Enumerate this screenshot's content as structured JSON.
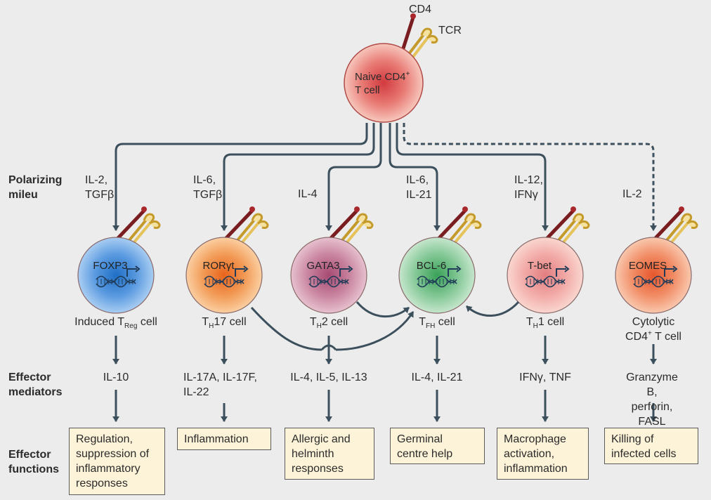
{
  "naive": {
    "line1": "Naive CD4",
    "sup": "+",
    "line2": "T cell",
    "cd4": "CD4",
    "tcr": "TCR"
  },
  "rows": {
    "polarizing": "Polarizing\nmileu",
    "mediators": "Effector\nmediators",
    "functions": "Effector\nfunctions"
  },
  "lineages": [
    {
      "tf": "FOXP3",
      "cell_a": "Induced T",
      "cell_sub": "Reg",
      "cell_b": " cell",
      "polarizing": "IL-2,\nTGFβ",
      "mediators": "IL-10",
      "function": "Regulation,\nsuppression of\ninflammatory\nresponses",
      "color": "#5a93d6"
    },
    {
      "tf": "RORγt",
      "cell_a": "T",
      "cell_sub": "H",
      "cell_b": "17 cell",
      "polarizing": "IL-6,\nTGFβ",
      "mediators": "IL-17A, IL-17F,\nIL-22",
      "function": "Inflammation",
      "color": "#f0934a"
    },
    {
      "tf": "GATA3",
      "cell_a": "T",
      "cell_sub": "H",
      "cell_b": "2 cell",
      "polarizing": "IL-4",
      "mediators": "IL-4, IL-5, IL-13",
      "function": "Allergic and\nhelminth\nresponses",
      "color": "#c77b97"
    },
    {
      "tf": "BCL-6",
      "cell_a": "T",
      "cell_sub": "FH",
      "cell_b": " cell",
      "polarizing": "IL-6,\nIL-21",
      "mediators": "IL-4, IL-21",
      "function": "Germinal\ncentre help",
      "color": "#7fc48f"
    },
    {
      "tf": "T-bet",
      "cell_a": "T",
      "cell_sub": "H",
      "cell_b": "1 cell",
      "polarizing": "IL-12,\nIFNγ",
      "mediators": "IFNγ, TNF",
      "function": "Macrophage\nactivation,\ninflammation",
      "color": "#f0a6a4"
    },
    {
      "tf": "EOMES",
      "cell_a": "Cytolytic\nCD4",
      "cell_sup": "+",
      "cell_b": " T cell",
      "polarizing": "IL-2",
      "mediators": "Granzyme B,\nperforin, FASL",
      "function": "Killing of\ninfected cells",
      "color": "#f08a64"
    }
  ],
  "colors": {
    "arrow": "#3c4f5c",
    "box_fill": "#fdf3d8",
    "background": "#ececec"
  }
}
